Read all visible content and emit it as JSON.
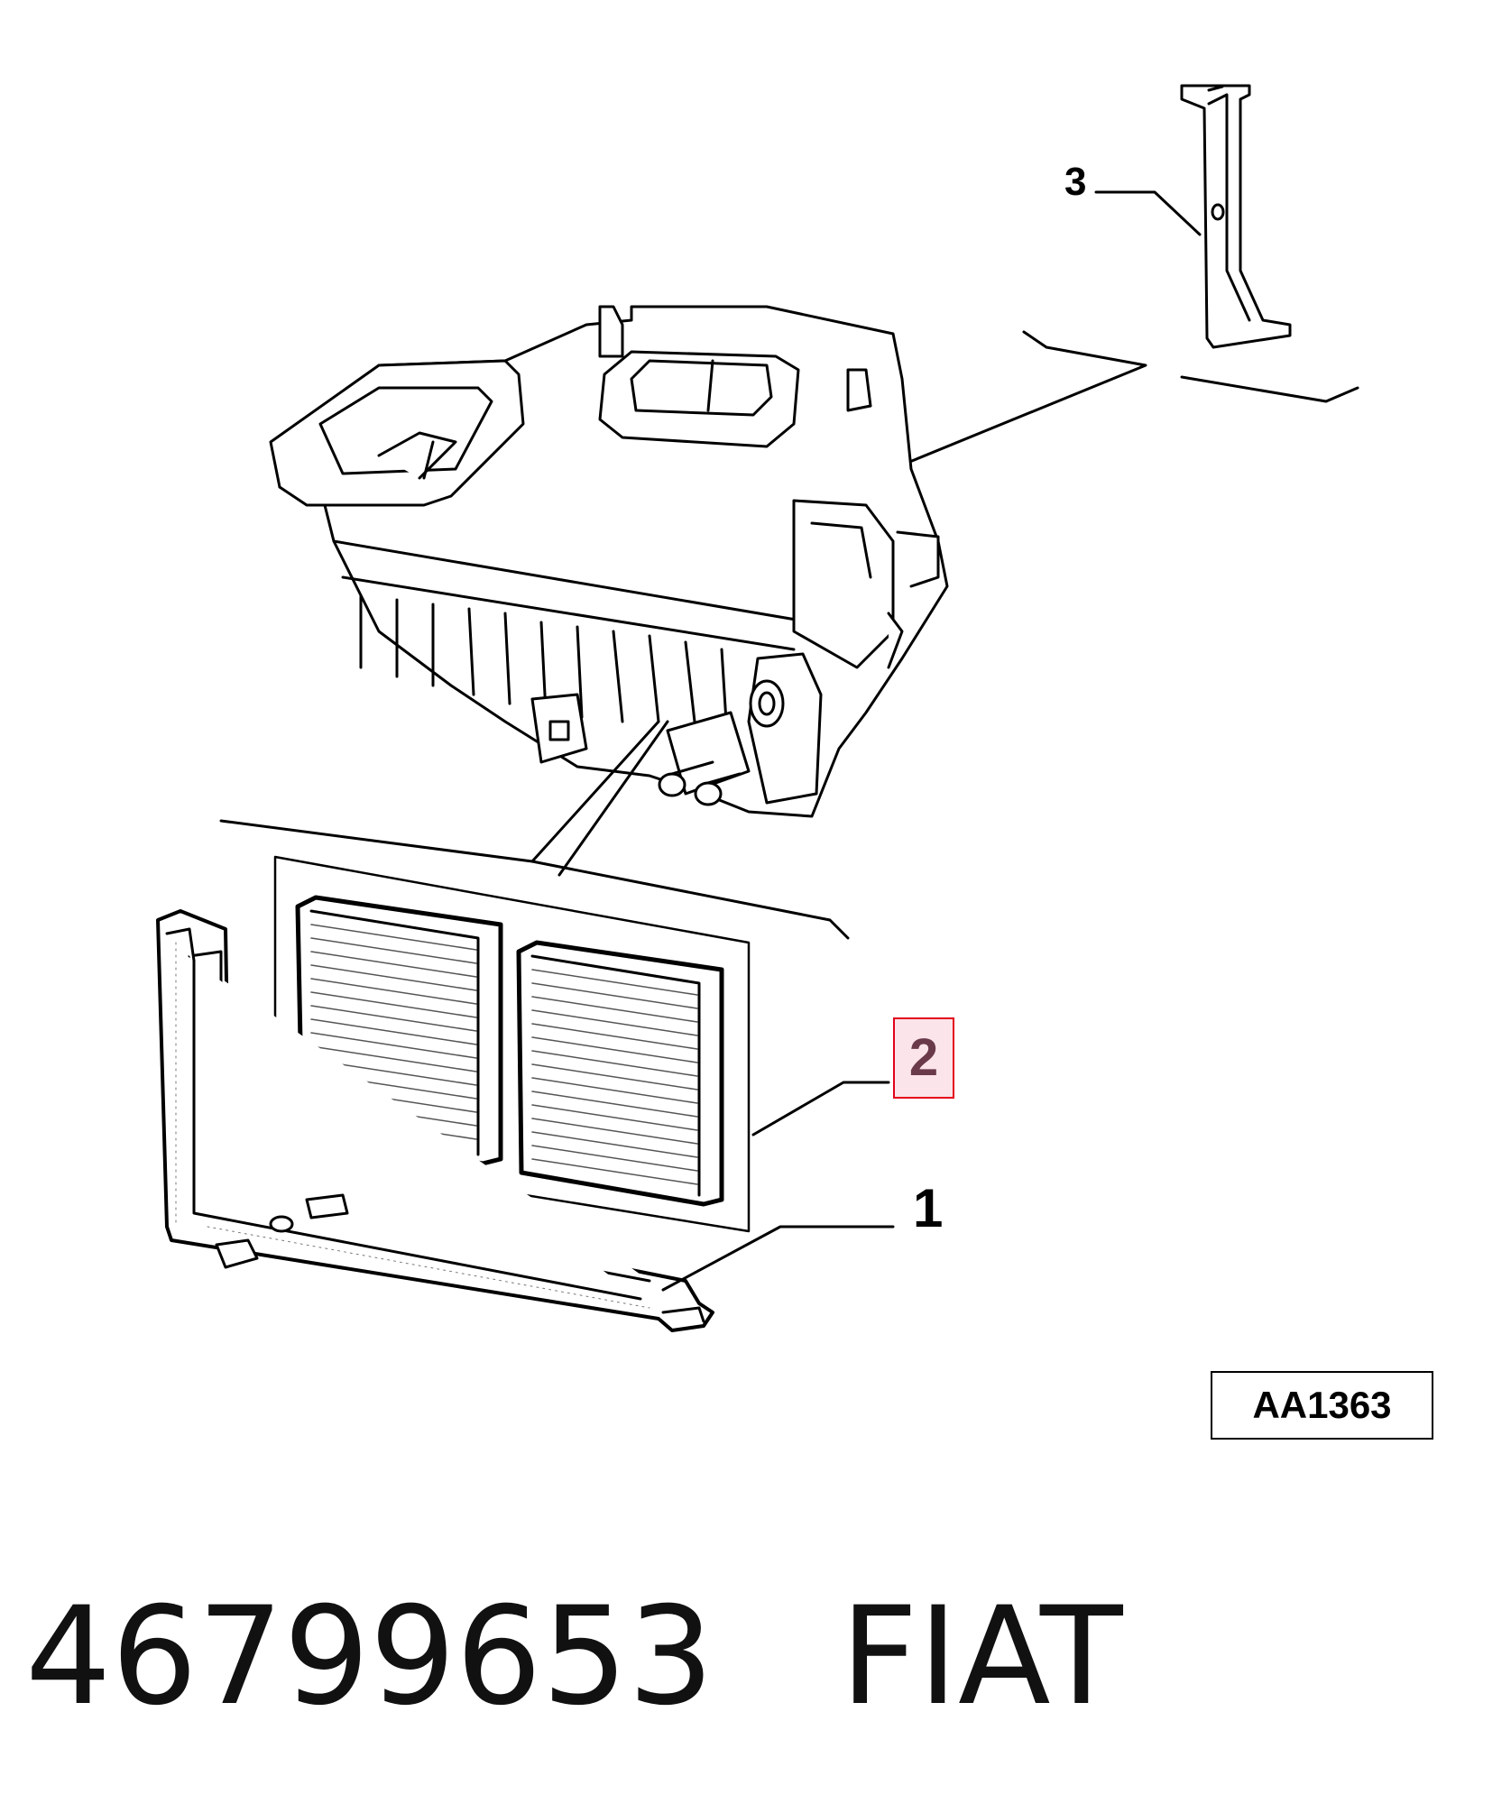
{
  "callouts": {
    "one": "1",
    "two": "2",
    "three": "3"
  },
  "reference_code": "AA1363",
  "caption": {
    "part_number": "46799653",
    "brand": "FIAT"
  },
  "colors": {
    "highlight_border": "#e3001b",
    "highlight_fill": "#fbe4ea",
    "line": "#000000"
  }
}
